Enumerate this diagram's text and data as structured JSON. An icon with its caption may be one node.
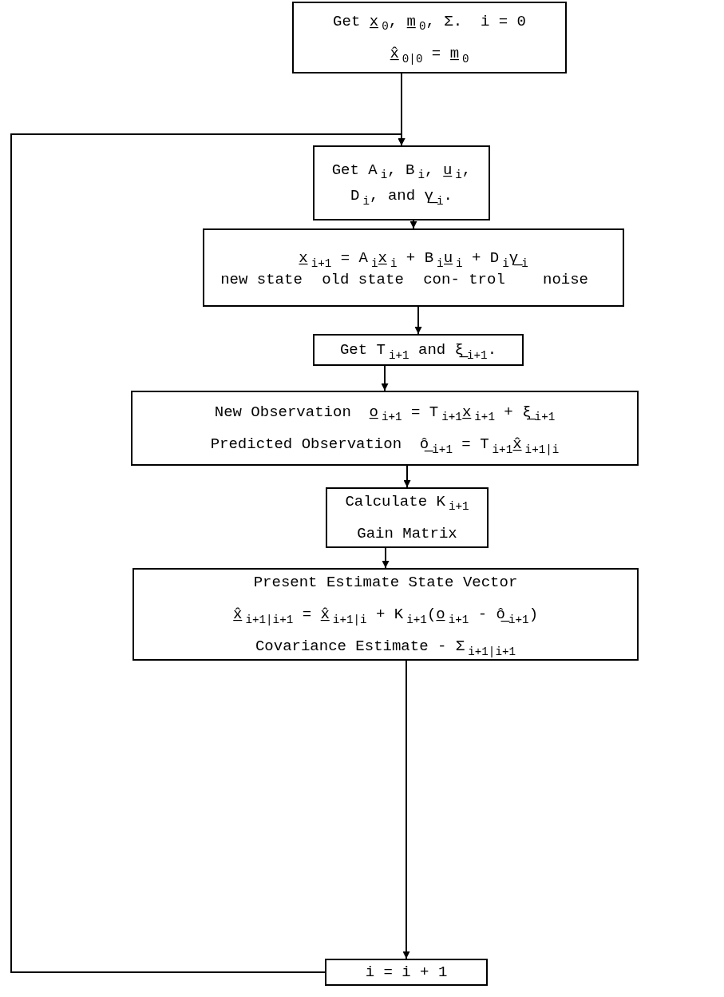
{
  "diagram": {
    "nodes": [
      {
        "text": [
          "Get x̲$_{0}$, m̲$_{0}$, Σ.  i = 0",
          "x̲̂$_{0|0}$ = m̲$_{0}$"
        ]
      },
      {
        "text": [
          "Get A$_{i}$, B$_{i}$, u̲$_{i}$, D$_{i}$, and γ̲$_{i}$."
        ]
      },
      {
        "text": [
          "x̲$_{i+1}$ = A$_{i}$x̲$_{i}$ + B$_{i}$u̲$_{i}$ + D$_{i}$γ̲$_{i}$",
          "new state",
          "old state",
          "con- trol",
          "noise"
        ]
      },
      {
        "text": [
          "Get T$_{i+1}$ and ξ̲$_{i+1}$."
        ]
      },
      {
        "text": [
          "New Observation  o̲$_{i+1}$ = T$_{i+1}$x̲$_{i+1}$ + ξ̲$_{i+1}$",
          "Predicted Observation  ô̲$_{i+1}$ = T$_{i+1}$x̲̂$_{i+1|i}$"
        ]
      },
      {
        "text": [
          "Calculate K$_{i+1}$",
          "Gain Matrix"
        ]
      },
      {
        "text": [
          "Present Estimate State Vector",
          "x̲̂$_{i+1|i+1}$ = x̲̂$_{i+1|i}$ + K$_{i+1}$(o̲$_{i+1}$ - ô̲$_{i+1}$)",
          "Covariance Estimate - Σ$_{i+1|i+1}$"
        ]
      },
      {
        "text": [
          "i = i + 1"
        ]
      }
    ],
    "edges": [
      {
        "from": 0,
        "to": 1,
        "arrow": "to"
      },
      {
        "from": 1,
        "to": 2,
        "arrow": "to"
      },
      {
        "from": 2,
        "to": 3,
        "arrow": "to"
      },
      {
        "from": 3,
        "to": 4,
        "arrow": "to"
      },
      {
        "from": 4,
        "to": 5,
        "arrow": "to"
      },
      {
        "from": 5,
        "to": 6,
        "arrow": "to"
      },
      {
        "from": 6,
        "to": 7,
        "arrow": "to"
      },
      {
        "from": 7,
        "to": 1,
        "arrow": "to"
      }
    ]
  }
}
